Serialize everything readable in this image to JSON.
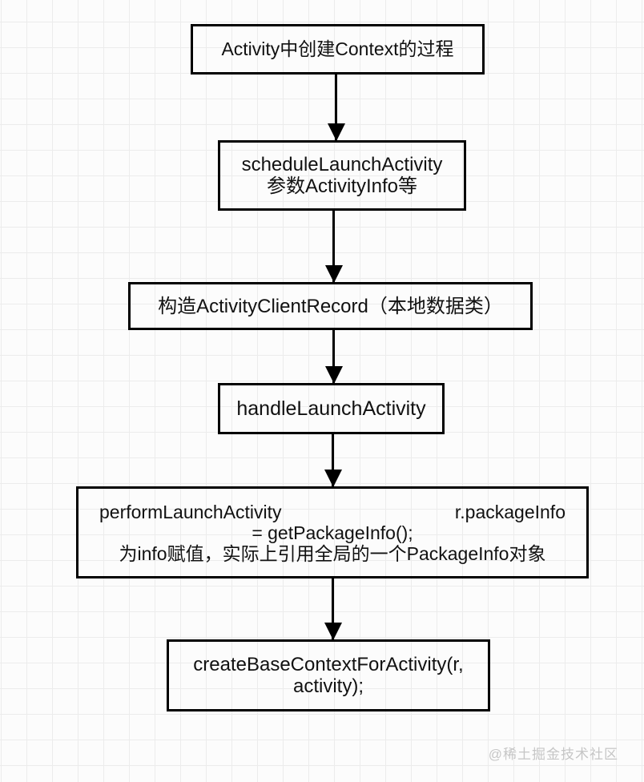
{
  "diagram": {
    "title": "Activity中创建Context的过程",
    "nodes": [
      {
        "id": "title",
        "lines": [
          "Activity中创建Context的过程"
        ]
      },
      {
        "id": "schedule",
        "lines": [
          "scheduleLaunchActivity",
          "参数ActivityInfo等"
        ]
      },
      {
        "id": "record",
        "lines": [
          "构造ActivityClientRecord（本地数据类）"
        ]
      },
      {
        "id": "handle",
        "lines": [
          "handleLaunchActivity"
        ]
      },
      {
        "id": "perform",
        "row1": {
          "left": "performLaunchActivity",
          "right": "r.packageInfo"
        },
        "line2": "= getPackageInfo();",
        "line3": "为info赋值，实际上引用全局的一个PackageInfo对象"
      },
      {
        "id": "create",
        "lines": [
          "createBaseContextForActivity(r,",
          "activity);"
        ]
      }
    ],
    "edges": [
      {
        "from": "title",
        "to": "schedule"
      },
      {
        "from": "schedule",
        "to": "record"
      },
      {
        "from": "record",
        "to": "handle"
      },
      {
        "from": "handle",
        "to": "perform"
      },
      {
        "from": "perform",
        "to": "create"
      }
    ]
  },
  "watermark": {
    "text": "@稀土掘金技术社区"
  },
  "colors": {
    "background": "#fcfcfc",
    "grid_line": "#ececec",
    "node_border": "#000000",
    "text": "#111111",
    "watermark": "#c6c6c6"
  }
}
